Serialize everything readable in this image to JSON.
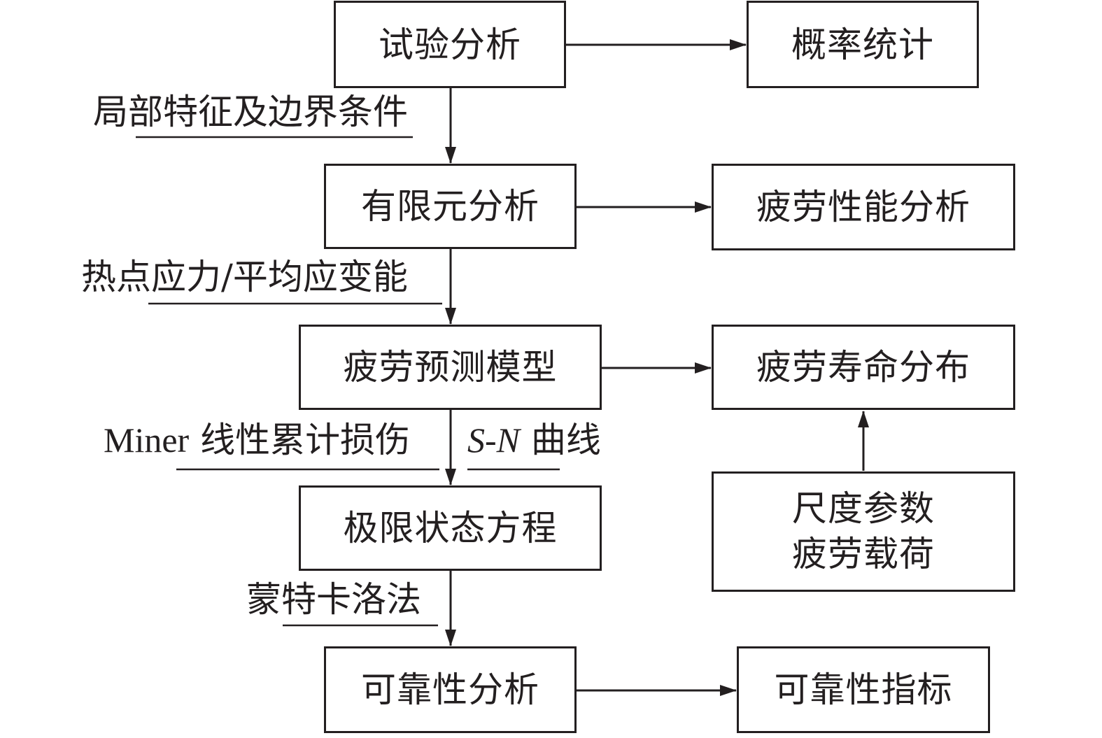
{
  "boxes": {
    "test_analysis": "试验分析",
    "probability_statistics": "概率统计",
    "fea": "有限元分析",
    "fatigue_performance": "疲劳性能分析",
    "fatigue_prediction_model": "疲劳预测模型",
    "fatigue_life_distribution": "疲劳寿命分布",
    "limit_state_equation": "极限状态方程",
    "scale_params_line1": "尺度参数",
    "scale_params_line2": "疲劳载荷",
    "reliability_analysis": "可靠性分析",
    "reliability_index": "可靠性指标"
  },
  "labels": {
    "local_features": "局部特征及边界条件",
    "hotspot_stress": "热点应力/平均应变能",
    "miner_prefix": "Miner",
    "miner_rest": " 线性累计损伤",
    "sn_italic": "S-N",
    "sn_rest": " 曲线",
    "monte_carlo": "蒙特卡洛法"
  }
}
